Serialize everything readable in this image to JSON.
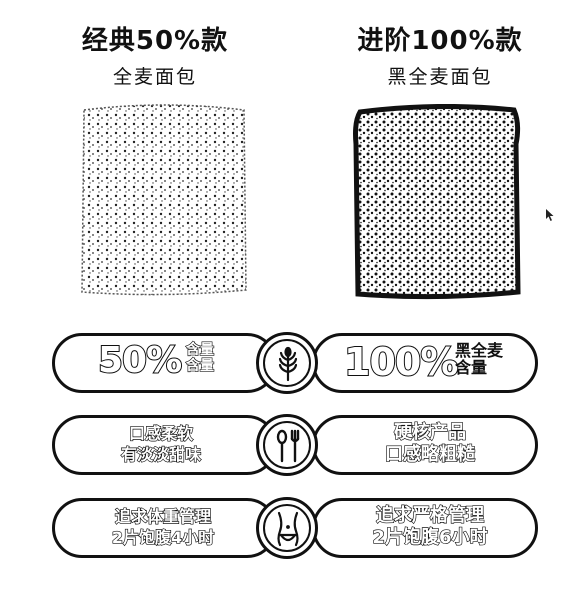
{
  "left_column": {
    "title": "经典50%款",
    "subtitle": "全麦面包"
  },
  "right_column": {
    "title": "进阶100%款",
    "subtitle": "黑全麦面包"
  },
  "rows": [
    {
      "icon": "wheat-icon",
      "left_big": "50%",
      "left_small": [
        "含量",
        "含量"
      ],
      "right_big": "100%",
      "right_small": [
        "黑全麦",
        "含量"
      ]
    },
    {
      "icon": "spoon-fork-icon",
      "left_lines": [
        "口感柔软",
        "有淡淡甜味"
      ],
      "right_lines": [
        "硬核产品",
        "口感略粗糙"
      ]
    },
    {
      "icon": "waist-icon",
      "left_lines": [
        "追求体重管理",
        "2片饱腹4小时"
      ],
      "right_lines": [
        "追求严格管理",
        "2片饱腹6小时"
      ]
    }
  ]
}
